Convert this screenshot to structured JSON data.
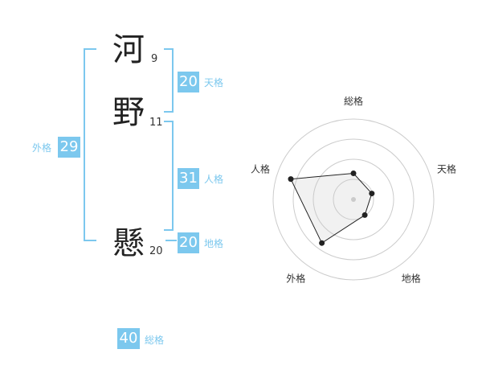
{
  "name": {
    "surname": [
      {
        "char": "河",
        "strokes": "9"
      },
      {
        "char": "野",
        "strokes": "11"
      }
    ],
    "given": [
      {
        "char": "懸",
        "strokes": "20"
      }
    ]
  },
  "kaku": {
    "tenkaku": {
      "value": "20",
      "label": "天格"
    },
    "jinkaku": {
      "value": "31",
      "label": "人格"
    },
    "chikaku": {
      "value": "20",
      "label": "地格"
    },
    "gaikaku": {
      "value": "29",
      "label": "外格"
    },
    "soukaku": {
      "value": "40",
      "label": "総格"
    }
  },
  "colors": {
    "accent": "#7cc8ee",
    "text": "#222222"
  },
  "chart_data": {
    "type": "radar",
    "axes": [
      "総格",
      "天格",
      "地格",
      "外格",
      "人格"
    ],
    "values": [
      0.325,
      0.24,
      0.24,
      0.67,
      0.82
    ],
    "rings": 4,
    "range": [
      0,
      1
    ]
  }
}
